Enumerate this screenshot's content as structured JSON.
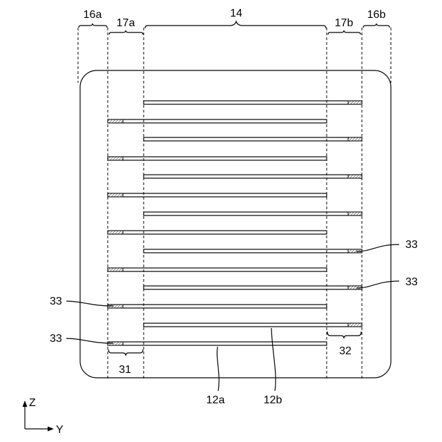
{
  "labels": {
    "region_16a": "16a",
    "region_17a": "17a",
    "region_14": "14",
    "region_17b": "17b",
    "region_16b": "16b",
    "contact_33": "33",
    "group_31": "31",
    "group_32": "32",
    "electrode_12a": "12a",
    "electrode_12b": "12b",
    "axis_z": "Z",
    "axis_y": "Y"
  },
  "electrodes_12b_count": 7,
  "electrodes_12a_count": 7,
  "colors": {
    "line": "#000000",
    "hatch": "#888888",
    "background": "#ffffff"
  }
}
